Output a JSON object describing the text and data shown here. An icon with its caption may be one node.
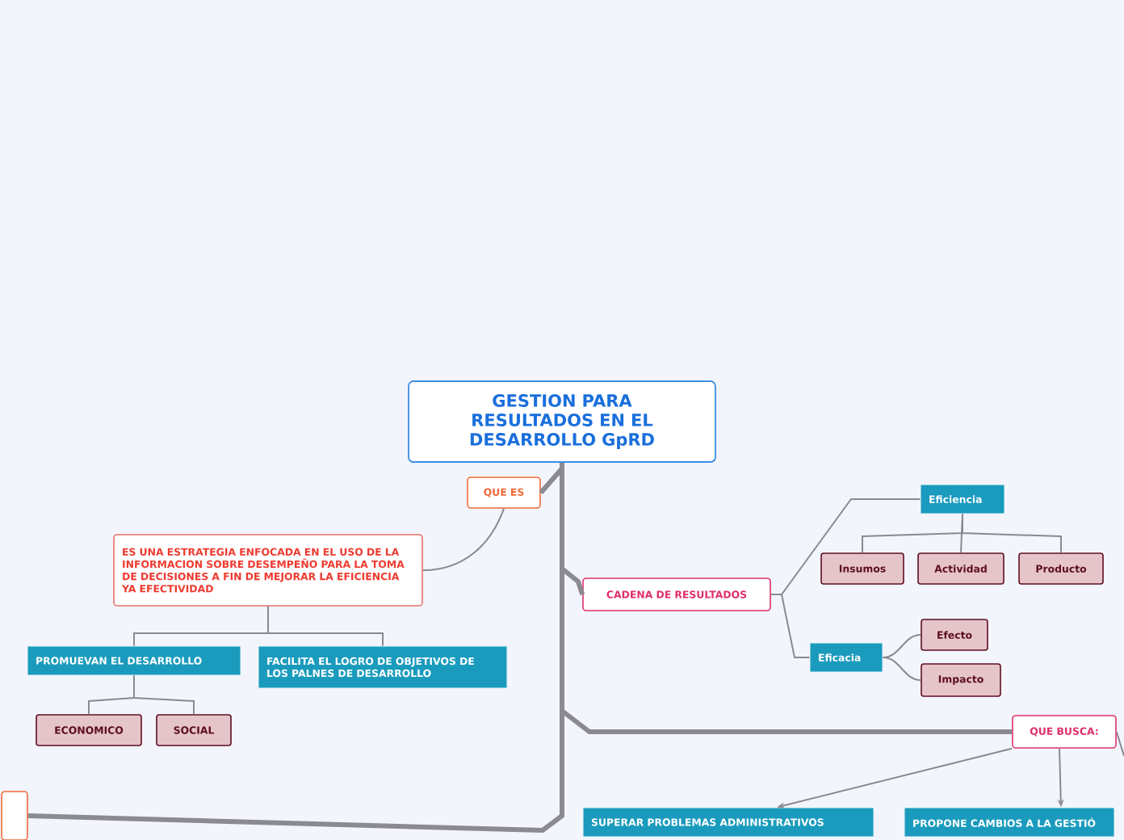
{
  "diagram": {
    "nodes": [
      {
        "text": [
          "GESTION PARA RESULTADOS EN EL DESARROLLO GpRD"
        ]
      },
      {
        "text": [
          "QUE ES"
        ]
      },
      {
        "text": [
          "ES UNA ESTRATEGIA ENFOCADA EN EL USO DE LA INFORMACION SOBRE DESEMPEÑO PARA LA TOMA DE DECISIONES A FIN DE MEJORAR LA EFICIENCIA YA EFECTIVIDAD"
        ]
      },
      {
        "text": [
          "PROMUEVAN EL DESARROLLO"
        ]
      },
      {
        "text": [
          "FACILITA EL LOGRO DE OBJETIVOS DE LOS PALNES DE DESARROLLO"
        ]
      },
      {
        "text": [
          "ECONOMICO"
        ]
      },
      {
        "text": [
          "SOCIAL"
        ]
      },
      {
        "text": [
          "CADENA DE RESULTADOS"
        ]
      },
      {
        "text": [
          "Eficiencia"
        ]
      },
      {
        "text": [
          "Insumos"
        ]
      },
      {
        "text": [
          "Actividad"
        ]
      },
      {
        "text": [
          "Producto"
        ]
      },
      {
        "text": [
          "Eficacia"
        ]
      },
      {
        "text": [
          "Efecto"
        ]
      },
      {
        "text": [
          "Impacto"
        ]
      },
      {
        "text": [
          "QUE BUSCA:"
        ]
      },
      {
        "text": [
          "SUPERAR PROBLEMAS ADMINISTRATIVOS"
        ]
      },
      {
        "text": [
          "PROPONE CAMBIOS A LA GESTIÓ"
        ]
      },
      {
        "text": [],
        "shape": "box"
      }
    ],
    "edges": [
      {
        "from": 0,
        "to": 1,
        "arrow": "none",
        "style": "thick"
      },
      {
        "from": 0,
        "to": 7,
        "arrow": "none",
        "style": "thick"
      },
      {
        "from": 0,
        "to": 15,
        "arrow": "none",
        "style": "thick"
      },
      {
        "from": 0,
        "to": 18,
        "arrow": "none",
        "style": "thick"
      },
      {
        "from": 1,
        "to": 2,
        "arrow": "none"
      },
      {
        "from": 2,
        "to": 3,
        "arrow": "none"
      },
      {
        "from": 2,
        "to": 4,
        "arrow": "none"
      },
      {
        "from": 3,
        "to": 5,
        "arrow": "none"
      },
      {
        "from": 3,
        "to": 6,
        "arrow": "none"
      },
      {
        "from": 7,
        "to": 8,
        "arrow": "none"
      },
      {
        "from": 7,
        "to": 12,
        "arrow": "none"
      },
      {
        "from": 8,
        "to": 9,
        "arrow": "none"
      },
      {
        "from": 8,
        "to": 10,
        "arrow": "none"
      },
      {
        "from": 8,
        "to": 11,
        "arrow": "none"
      },
      {
        "from": 12,
        "to": 13,
        "arrow": "none"
      },
      {
        "from": 12,
        "to": 14,
        "arrow": "none"
      },
      {
        "from": 15,
        "to": 16,
        "arrow": "to"
      },
      {
        "from": 15,
        "to": 17,
        "arrow": "to"
      },
      {
        "from": 15,
        "to": null,
        "arrow": "none"
      }
    ]
  }
}
